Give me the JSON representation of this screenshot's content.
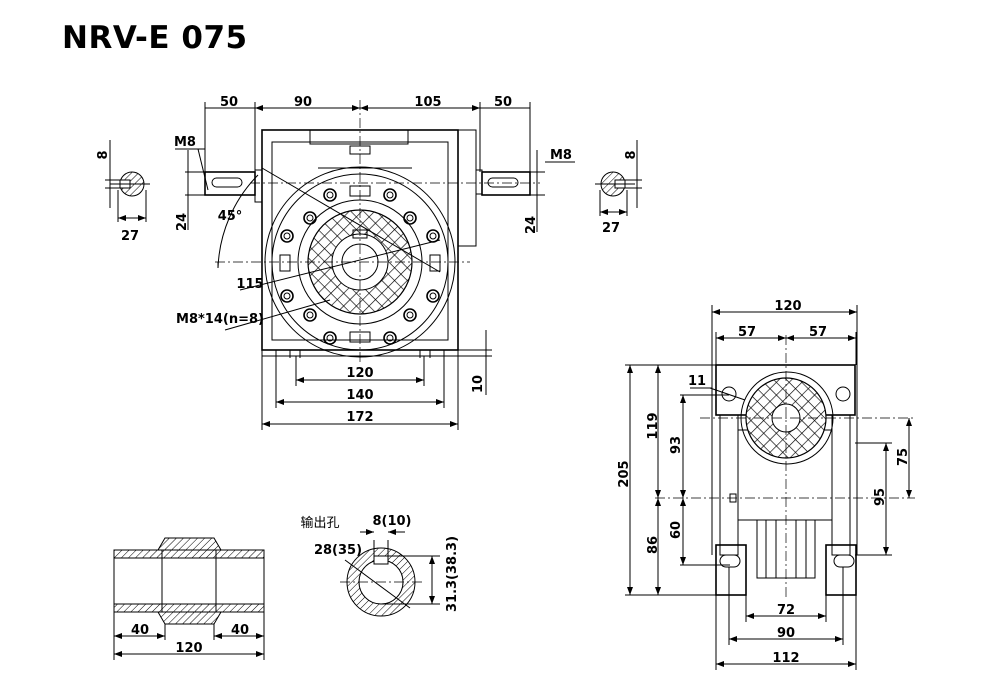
{
  "title": "NRV-E 075",
  "front_view": {
    "dims": {
      "input_shaft_left": "50",
      "center_left": "90",
      "center_right": "105",
      "input_shaft_right": "50",
      "thread_left": "M8",
      "thread_right": "M8",
      "key_width_left": "8",
      "key_width_right": "8",
      "shaft_height_left": "27",
      "shaft_height_right": "27",
      "shaft_dia_left": "24",
      "shaft_dia_right": "24",
      "angle": "45°",
      "pcd": "115",
      "bolt_holes": "M8*14(n=8)",
      "base_120": "120",
      "base_140": "140",
      "base_172": "172",
      "base_height": "10"
    }
  },
  "side_view": {
    "dims": {
      "width_120": "120",
      "half_left": "57",
      "half_right": "57",
      "hole": "11",
      "h119": "119",
      "h93": "93",
      "h205": "205",
      "h60": "60",
      "h86": "86",
      "h75": "75",
      "h95": "95",
      "w72": "72",
      "w90": "90",
      "w112": "112"
    }
  },
  "hollow_shaft": {
    "dims": {
      "left": "40",
      "right": "40",
      "total": "120"
    }
  },
  "output_bore": {
    "label": "输出孔",
    "key_width": "8(10)",
    "bore_dia": "28(35)",
    "key_depth": "31.3(38.3)"
  }
}
